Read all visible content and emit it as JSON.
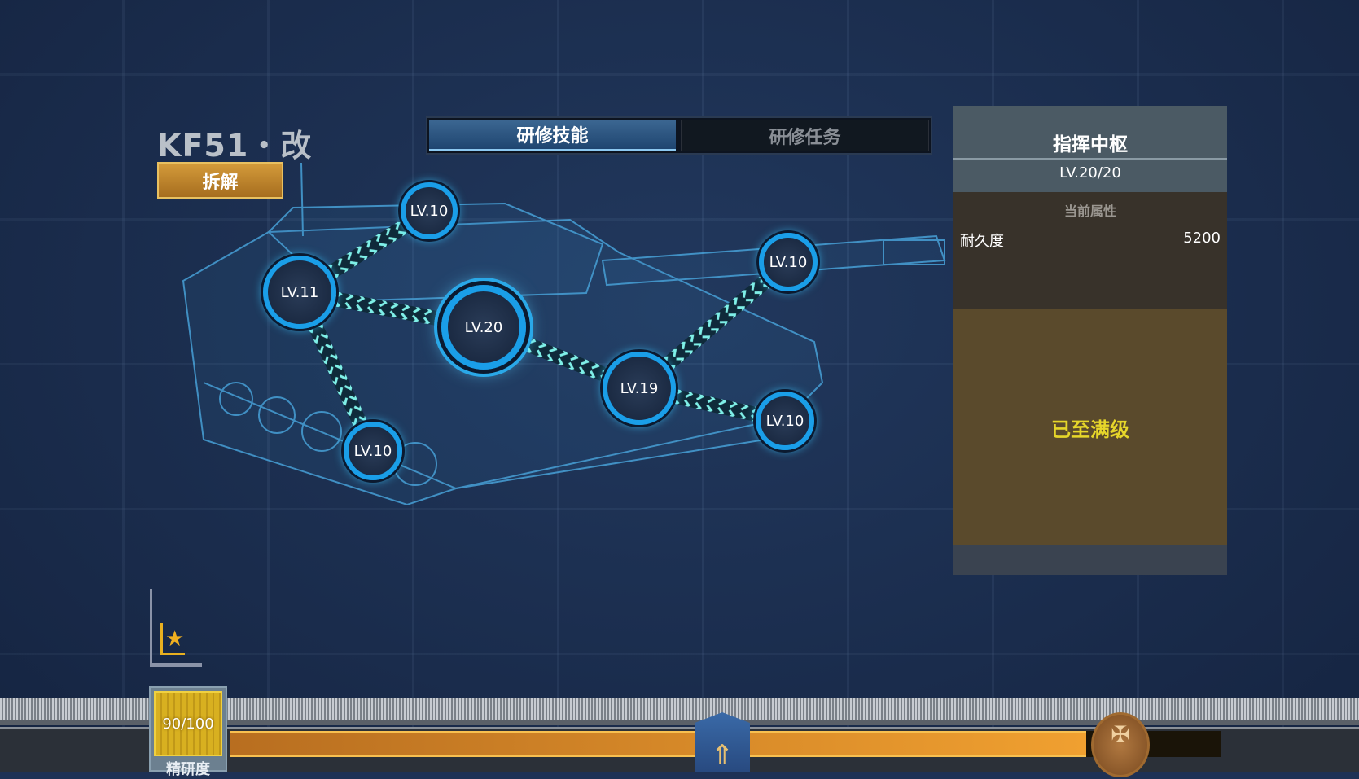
{
  "title": "KF51・改",
  "dismantle_label": "拆解",
  "tabs": [
    {
      "label": "研修技能",
      "active": true
    },
    {
      "label": "研修任务",
      "active": false
    }
  ],
  "nodes": [
    {
      "id": "n1",
      "label": "LV.10"
    },
    {
      "id": "n2",
      "label": "LV.11"
    },
    {
      "id": "n3",
      "label": "LV.20",
      "selected": true
    },
    {
      "id": "n4",
      "label": "LV.19"
    },
    {
      "id": "n5",
      "label": "LV.10"
    },
    {
      "id": "n6",
      "label": "LV.10"
    },
    {
      "id": "n7",
      "label": "LV.10"
    }
  ],
  "panel": {
    "name": "指挥中枢",
    "level": "LV.20/20",
    "attr_header": "当前属性",
    "attrs": [
      {
        "name": "耐久度",
        "value": "5200"
      }
    ],
    "status": "已至满级"
  },
  "progress": {
    "text": "90/100",
    "label": "精研度",
    "value": 90,
    "max": 100
  },
  "colors": {
    "accent": "#1a9ee8",
    "gold": "#d49b3a",
    "max_text": "#e6d62a"
  },
  "icons": {
    "star": "star-icon",
    "emblem": "rocket-emblem-icon",
    "medal": "tank-medal-icon"
  }
}
